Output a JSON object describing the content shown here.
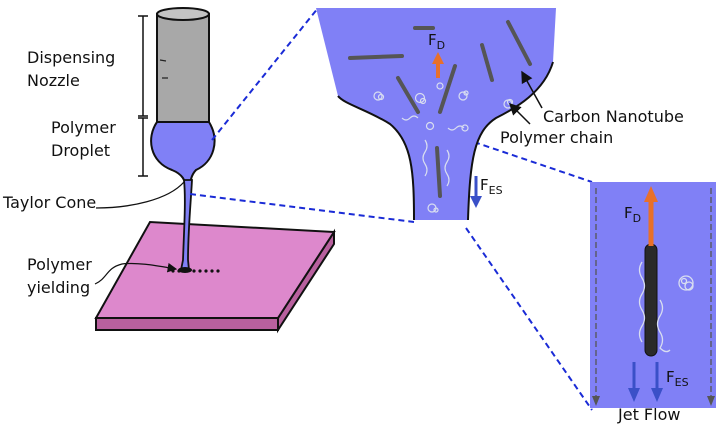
{
  "labels": {
    "dispensing_nozzle": [
      "Dispensing",
      "Nozzle"
    ],
    "polymer_droplet": [
      "Polymer",
      "Droplet"
    ],
    "taylor_cone": "Taylor Cone",
    "polymer_yielding": [
      "Polymer",
      "yielding"
    ],
    "carbon_nanotube": "Carbon Nanotube",
    "polymer_chain": "Polymer chain",
    "jet_flow": "Jet Flow"
  },
  "forces": {
    "drag": {
      "main": "F",
      "sub": "D"
    },
    "electrostatic": {
      "main": "F",
      "sub": "ES"
    }
  },
  "colors": {
    "polymer": "#8080f6",
    "nozzle": "#a8a8a8",
    "substrate": "#dd88cc",
    "drag_arrow": "#e8702a",
    "es_arrow": "#3a50c8",
    "zoom_lines": "#1a2bd6",
    "nanotube": "#555555"
  }
}
